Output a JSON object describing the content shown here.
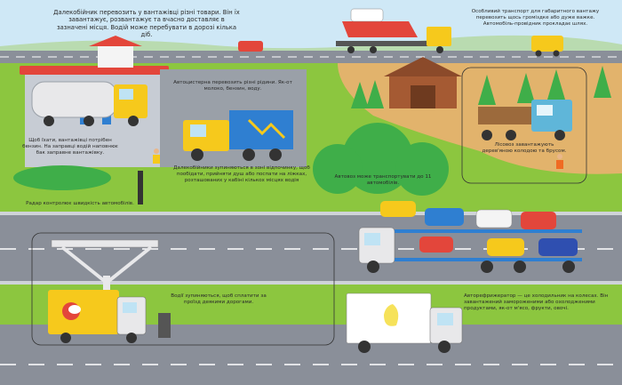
{
  "captions": {
    "long_haul": "Далекобійник перевозить у вантажівці різні товари. Він їх завантажує, розвантажує та вчасно доставляє в зазначені місця. Водій може перебувати в дорозі кілька діб.",
    "special_transport": "Особливий транспорт для габаритного вантажу перевозить щось громіздке або дуже важке. Автомобіль-провідник прокладає шлях.",
    "tanker": "Автоцистерна перевозить різні рідини. Як-от молоко, бензин, воду.",
    "fuel": "Щоб їхати, вантажівці потрібен бензин. На заправці водій наповнює бак заправне вантажівку.",
    "rest": "Далекобійники зупиняються в зоні відпочинку, щоб пообідати, прийняти душ або поспати на ліжках, розташованих у кабіні кількох місцях водія",
    "car_carrier": "Автовоз може транспортувати до 11 автомобілів.",
    "logs": "Лісовоз завантажують дерев'яною колодою та брусом.",
    "radar": "Радар контролює швидкість автомобілів.",
    "stop": "Водії зупиняються, щоб сплатити за проїзд деякими дорогами.",
    "reefer": "Авторефрижератор — це холодильник на колесах. Він завантажений замороженими або охолодженими продуктами, як-от м'ясо, фрукти, овочі."
  },
  "colors": {
    "sky": "#cfe8f6",
    "grass": "#8cc63f",
    "road": "#8a8f99",
    "lane_mark": "#ffffff",
    "truck_yellow": "#f6c91c",
    "truck_blue": "#2f7fd1",
    "tree_green": "#3fae49"
  },
  "icons": [
    "fuel-pump-icon",
    "lemon-logo-icon",
    "radar-post-icon",
    "road-worker-icon"
  ]
}
